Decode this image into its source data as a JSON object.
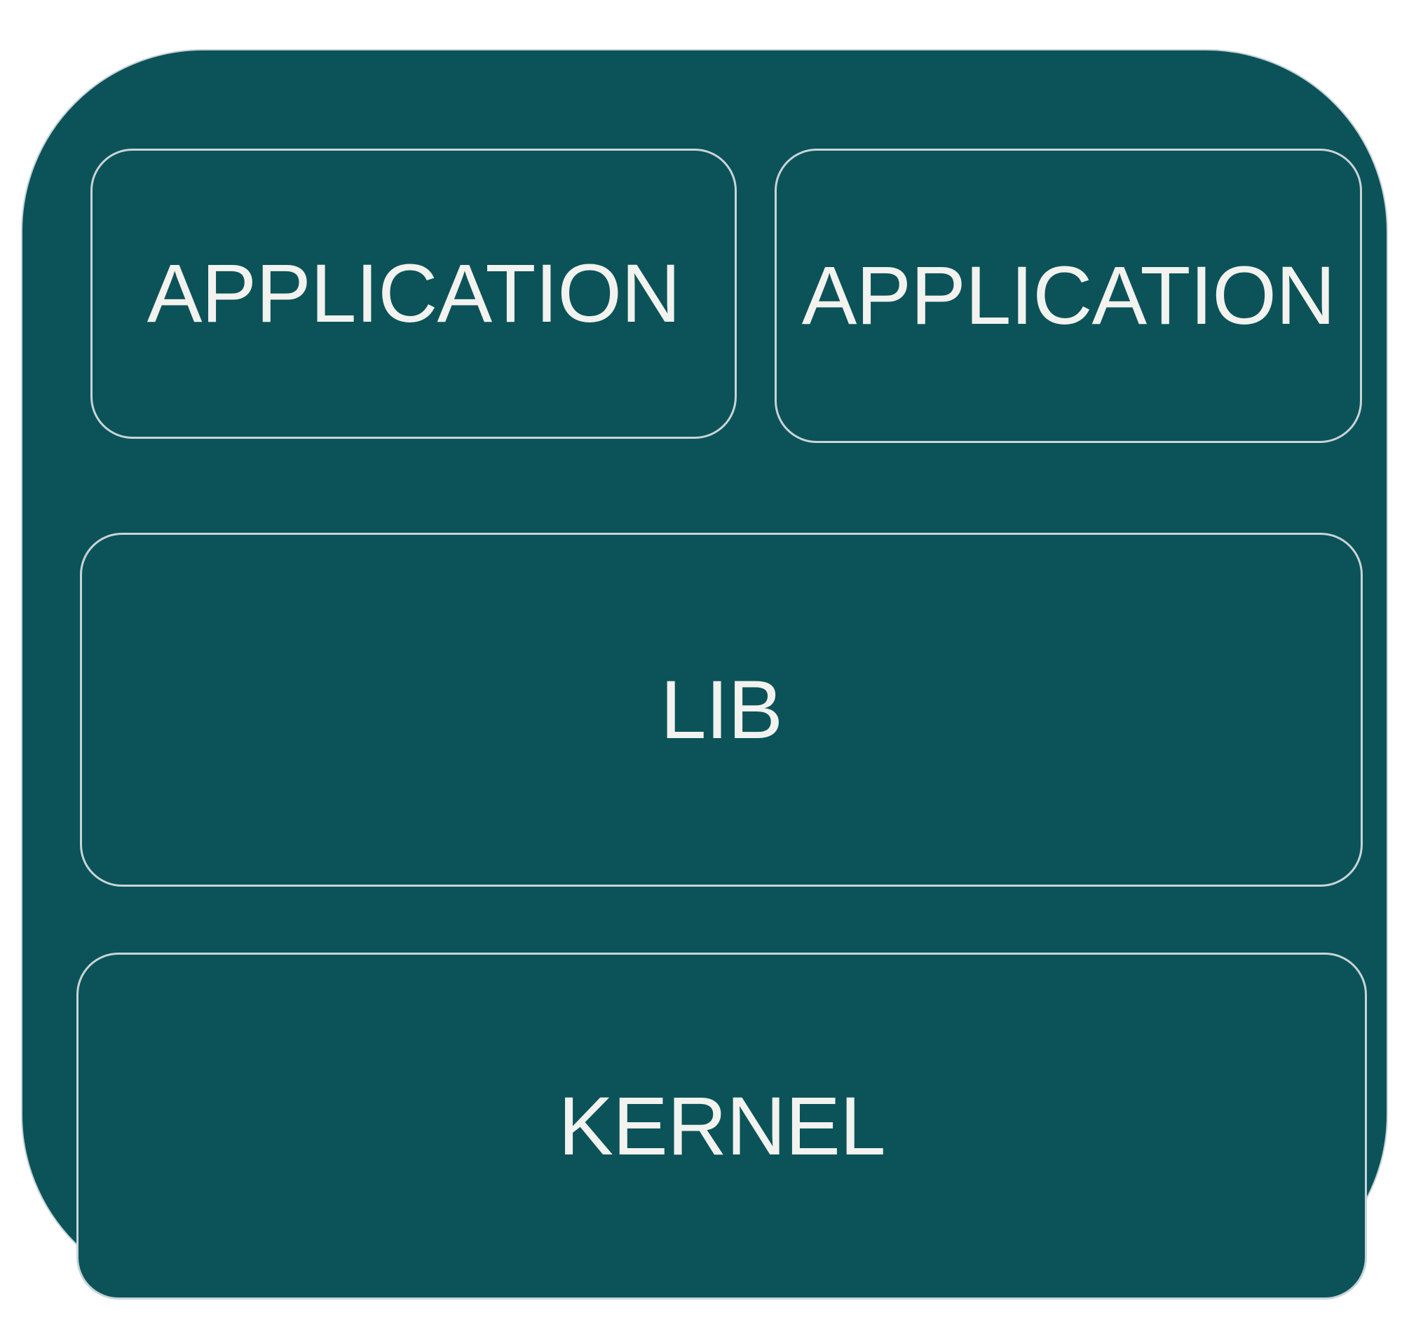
{
  "colors": {
    "panel_fill": "#0b5359",
    "text": "#f2f2ee"
  },
  "diagram": {
    "layers": {
      "app_left": "APPLICATION",
      "app_right": "APPLICATION",
      "lib": "LIB",
      "kernel": "KERNEL"
    }
  }
}
